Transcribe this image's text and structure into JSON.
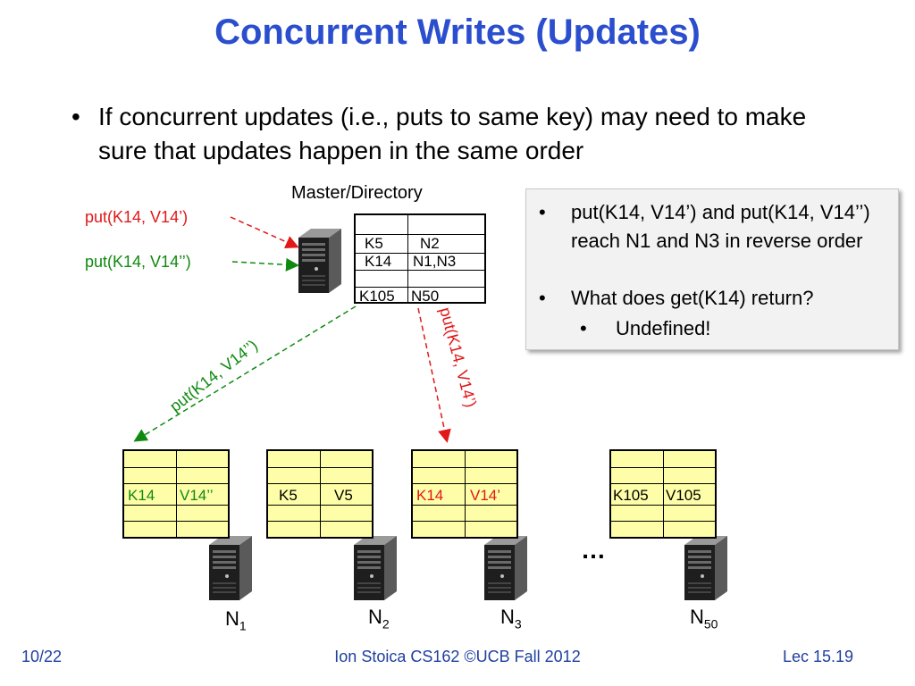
{
  "slide": {
    "title": "Concurrent Writes (Updates)",
    "bullet_symbol": "•",
    "bullet_text": "If concurrent updates (i.e., puts to same key) may need to make sure that updates happen in the same order"
  },
  "diagram": {
    "master_label": "Master/Directory",
    "incoming_puts": [
      {
        "label": "put(K14, V14’)",
        "color": "#e01818"
      },
      {
        "label": "put(K14, V14’’)",
        "color": "#0f8a0f"
      }
    ],
    "directory_rows": [
      {
        "key": "K5",
        "value": "N2"
      },
      {
        "key": "K14",
        "value": "N1,N3"
      },
      {
        "key": "K105",
        "value": "N50"
      }
    ],
    "forward_puts": [
      {
        "label": "put(K14, V14’’)",
        "color": "#0f8a0f"
      },
      {
        "label": "put(K14, V14’)",
        "color": "#e01818"
      }
    ],
    "nodes": [
      {
        "key": "K14",
        "value": "V14’’",
        "name": "N",
        "sub": "1",
        "text_color": "#0f8a0f"
      },
      {
        "key": "K5",
        "value": "V5",
        "name": "N",
        "sub": "2",
        "text_color": "#000000"
      },
      {
        "key": "K14",
        "value": "V14’",
        "name": "N",
        "sub": "3",
        "text_color": "#e01818"
      },
      {
        "key": "K105",
        "value": "V105",
        "name": "N",
        "sub": "50",
        "text_color": "#000000"
      }
    ],
    "ellipsis": "…",
    "table_fill": "#fefea8"
  },
  "info_box": {
    "items": [
      {
        "bullet": "•",
        "text": "put(K14, V14’) and put(K14, V14’’) reach N1 and N3 in reverse  order"
      },
      {
        "bullet": "•",
        "text": "What does get(K14) return?"
      },
      {
        "bullet": "•",
        "text": "Undefined!"
      }
    ]
  },
  "footer": {
    "page": "10/22",
    "center": "Ion Stoica CS162 ©UCB Fall 2012",
    "lecture": "Lec 15.19"
  },
  "colors": {
    "title": "#2b4ecf",
    "footer": "#1f3f9f",
    "red": "#e01818",
    "green": "#0f8a0f"
  }
}
